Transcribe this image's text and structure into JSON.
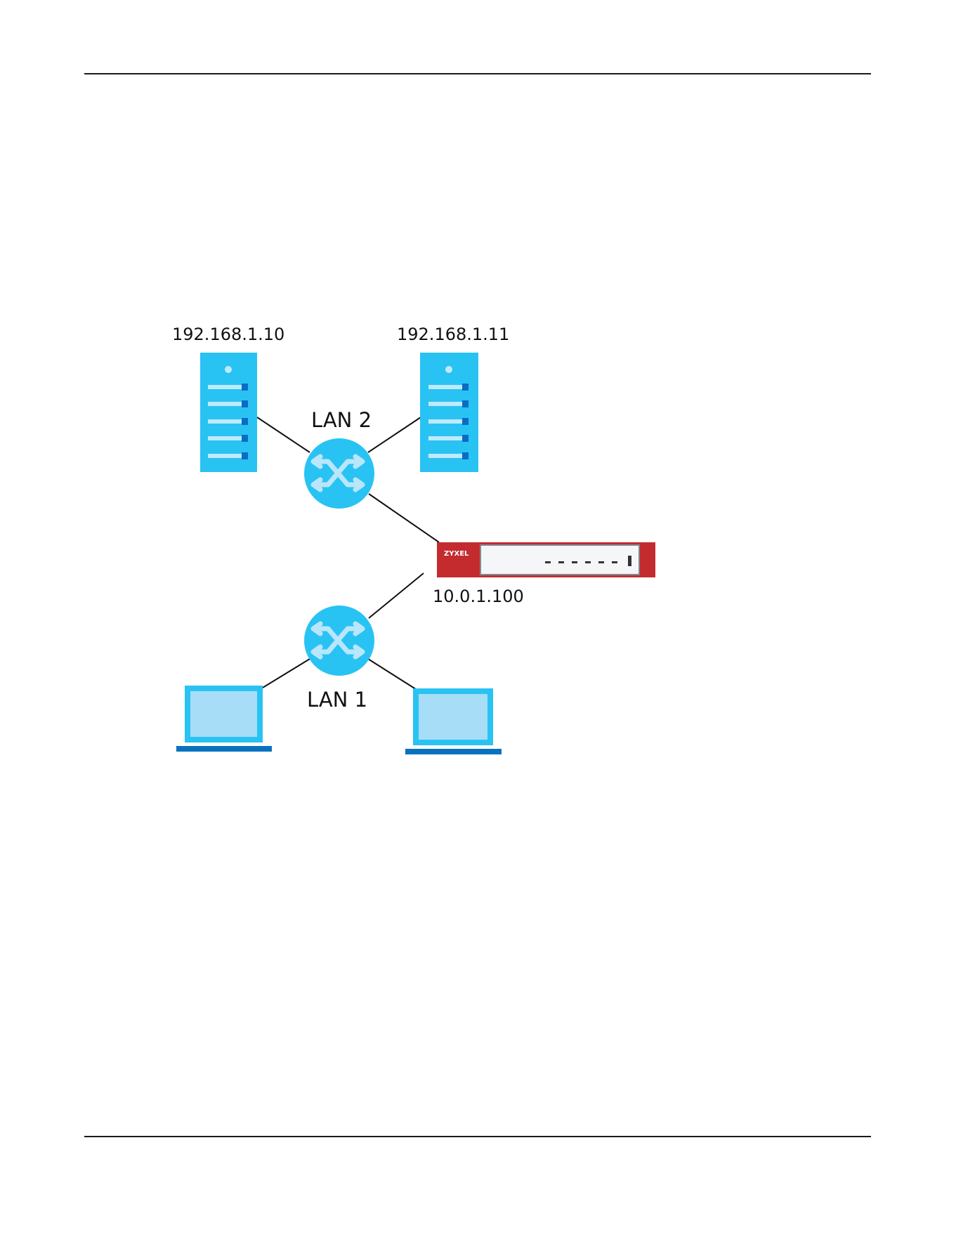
{
  "labels": {
    "server_left_ip": "192.168.1.10",
    "server_right_ip": "192.168.1.11",
    "lan2": "LAN 2",
    "lan1": "LAN 1",
    "firewall_ip": "10.0.1.100",
    "firewall_logo": "ZYXEL"
  },
  "colors": {
    "device_blue": "#29c3f3",
    "port_dark": "#0a6cc4",
    "slot_light": "#bfeafe",
    "switch_arrow": "#b9e6fb",
    "laptop_screen": "#a8ddf7",
    "laptop_base": "#0a72bd",
    "firewall_red": "#c42b2f",
    "firewall_panel": "#f4f6f8",
    "line": "#111111"
  },
  "icons": {
    "server": "server-icon",
    "switch": "switch-icon",
    "laptop": "laptop-icon",
    "firewall": "firewall-icon"
  }
}
